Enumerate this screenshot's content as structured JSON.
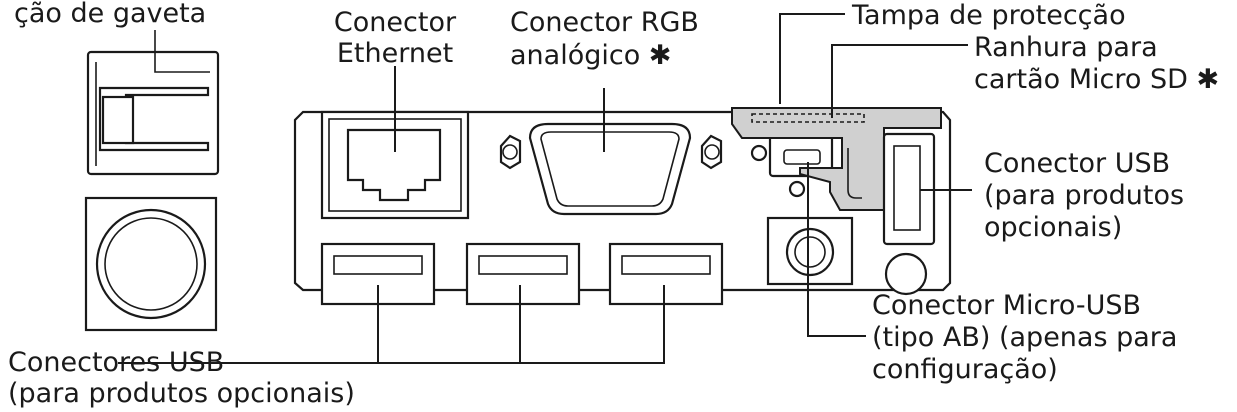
{
  "labels": {
    "top_left_cut": "ção de gaveta",
    "ethernet": [
      "Conector",
      "Ethernet"
    ],
    "rgb": [
      "Conector RGB",
      "analógico ✱"
    ],
    "cover": "Tampa de protecção",
    "microsd": [
      "Ranhura para",
      "cartão Micro SD ✱"
    ],
    "usb_right": [
      "Conector USB",
      "(para produtos",
      "opcionais)"
    ],
    "micro_usb": [
      "Conector Micro-USB",
      "(tipo AB) (apenas para",
      "configuração)"
    ],
    "usb_bottom": [
      "Conectores USB",
      "(para produtos opcionais)"
    ]
  },
  "colors": {
    "line": "#1a1a1a",
    "panel": "#ffffff",
    "cover_fill": "#d0d0d0"
  }
}
